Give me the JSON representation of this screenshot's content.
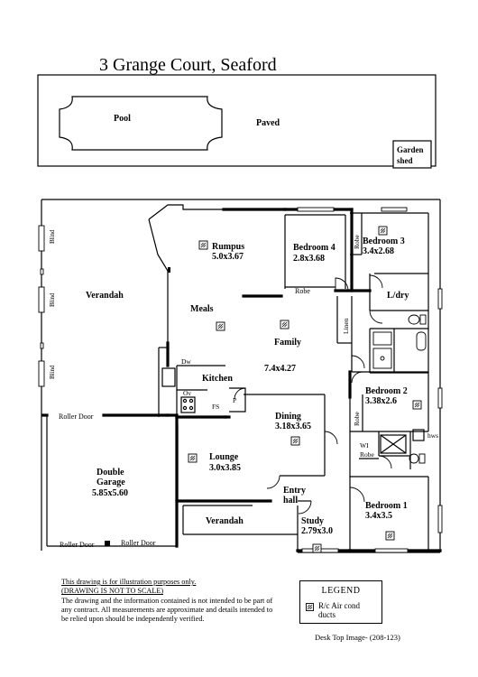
{
  "title": "3 Grange Court,  Seaford",
  "outdoor": {
    "pool": "Pool",
    "paved": "Paved",
    "garden_shed_line1": "Garden",
    "garden_shed_line2": "shed"
  },
  "rooms": {
    "verandah_main": "Verandah",
    "blind": "Blind",
    "rumpus_name": "Rumpus",
    "rumpus_dim": "5.0x3.67",
    "bedroom4_name": "Bedroom 4",
    "bedroom4_dim": "2.8x3.68",
    "bedroom3_name": "Bedroom 3",
    "bedroom3_dim": "3.4x2.68",
    "robe": "Robe",
    "laundry": "L/dry",
    "linen": "Linen",
    "meals": "Meals",
    "family_name": "Family",
    "family_dim": "7.4x4.27",
    "kitchen": "Kitchen",
    "dw": "Dw",
    "ov": "Ov",
    "fs": "FS",
    "pantry": "P",
    "bedroom2_name": "Bedroom 2",
    "bedroom2_dim": "3.38x2.6",
    "roller_door": "Roller Door",
    "dining_name": "Dining",
    "dining_dim": "3.18x3.65",
    "hws": "hws",
    "wi_robe_line1": "WI",
    "wi_robe_line2": "Robe",
    "garage_line1": "Double",
    "garage_line2": "Garage",
    "garage_dim": "5.85x5.60",
    "lounge_name": "Lounge",
    "lounge_dim": "3.0x3.85",
    "entry_line1": "Entry",
    "entry_line2": "hall",
    "bedroom1_name": "Bedroom 1",
    "bedroom1_dim": "3.4x3.5",
    "verandah_front": "Verandah",
    "study_name": "Study",
    "study_dim": "2.79x3.0"
  },
  "disclaimer": {
    "line1": "This drawing is for illustration purposes only.",
    "line2": "(DRAWING IS NOT TO SCALE)",
    "body": "The drawing and the information contained is not intended to be part of any contract.  All measurements are approximate and details intended to be relied upon should be independently verified."
  },
  "legend": {
    "title": "LEGEND",
    "item_line1": "R/c Air cond",
    "item_line2": "ducts"
  },
  "footnote": "Desk Top Image- (208-123)"
}
